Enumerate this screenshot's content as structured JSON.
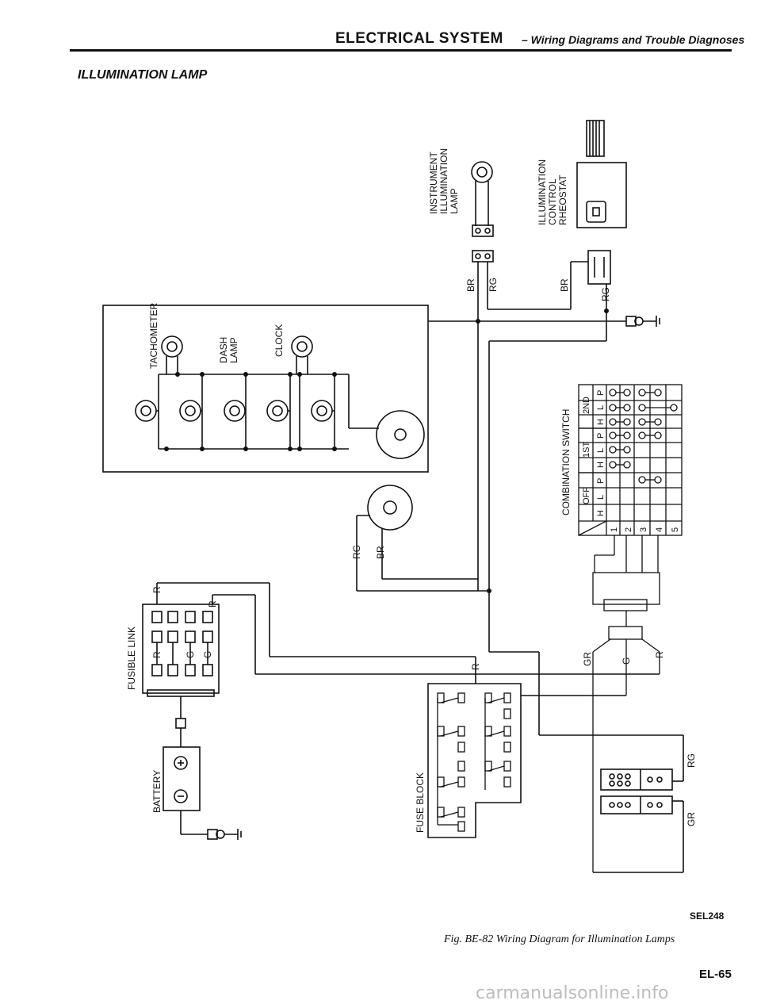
{
  "header": {
    "title": "ELECTRICAL SYSTEM",
    "subtitle": "– Wiring Diagrams and Trouble Diagnoses"
  },
  "section_title": "ILLUMINATION LAMP",
  "components": {
    "instrument_lamp": [
      "INSTRUMENT",
      "ILLUMINATION",
      "LAMP"
    ],
    "rheostat": [
      "ILLUMINATION",
      "CONTROL",
      "RHEOSTAT"
    ],
    "tachometer": "TACHOMETER",
    "dash_lamp": [
      "DASH",
      "LAMP"
    ],
    "clock": "CLOCK",
    "combination_switch": "COMBINATION SWITCH",
    "fusible_link": "FUSIBLE LINK",
    "battery": "BATTERY",
    "fuse_block": "FUSE BLOCK"
  },
  "wires": {
    "br_top": "BR",
    "rg_top": "RG",
    "br_right": "BR",
    "rg_right": "RG",
    "rg_mid": "RG",
    "br_mid": "BR",
    "r_link1": "R",
    "r_link2": "R",
    "fl_c1": "R",
    "fl_c2": "G",
    "fl_c3": "G",
    "r_fuse": "R",
    "gr_conn": "GR",
    "g_conn": "G",
    "r_conn": "R",
    "rg_low": "RG",
    "gr_low": "GR"
  },
  "switch_table": {
    "groups": [
      "2ND",
      "1ST",
      "OFF"
    ],
    "rows": [
      "P",
      "L",
      "H",
      "P",
      "L",
      "H",
      "P",
      "L",
      "H"
    ],
    "columns": [
      "1",
      "2",
      "3",
      "4",
      "5"
    ]
  },
  "footer": {
    "code": "SEL248",
    "caption": "Fig. BE-82  Wiring Diagram for Illumination Lamps",
    "page": "EL-65",
    "watermark": "carmanualsonline.info"
  }
}
